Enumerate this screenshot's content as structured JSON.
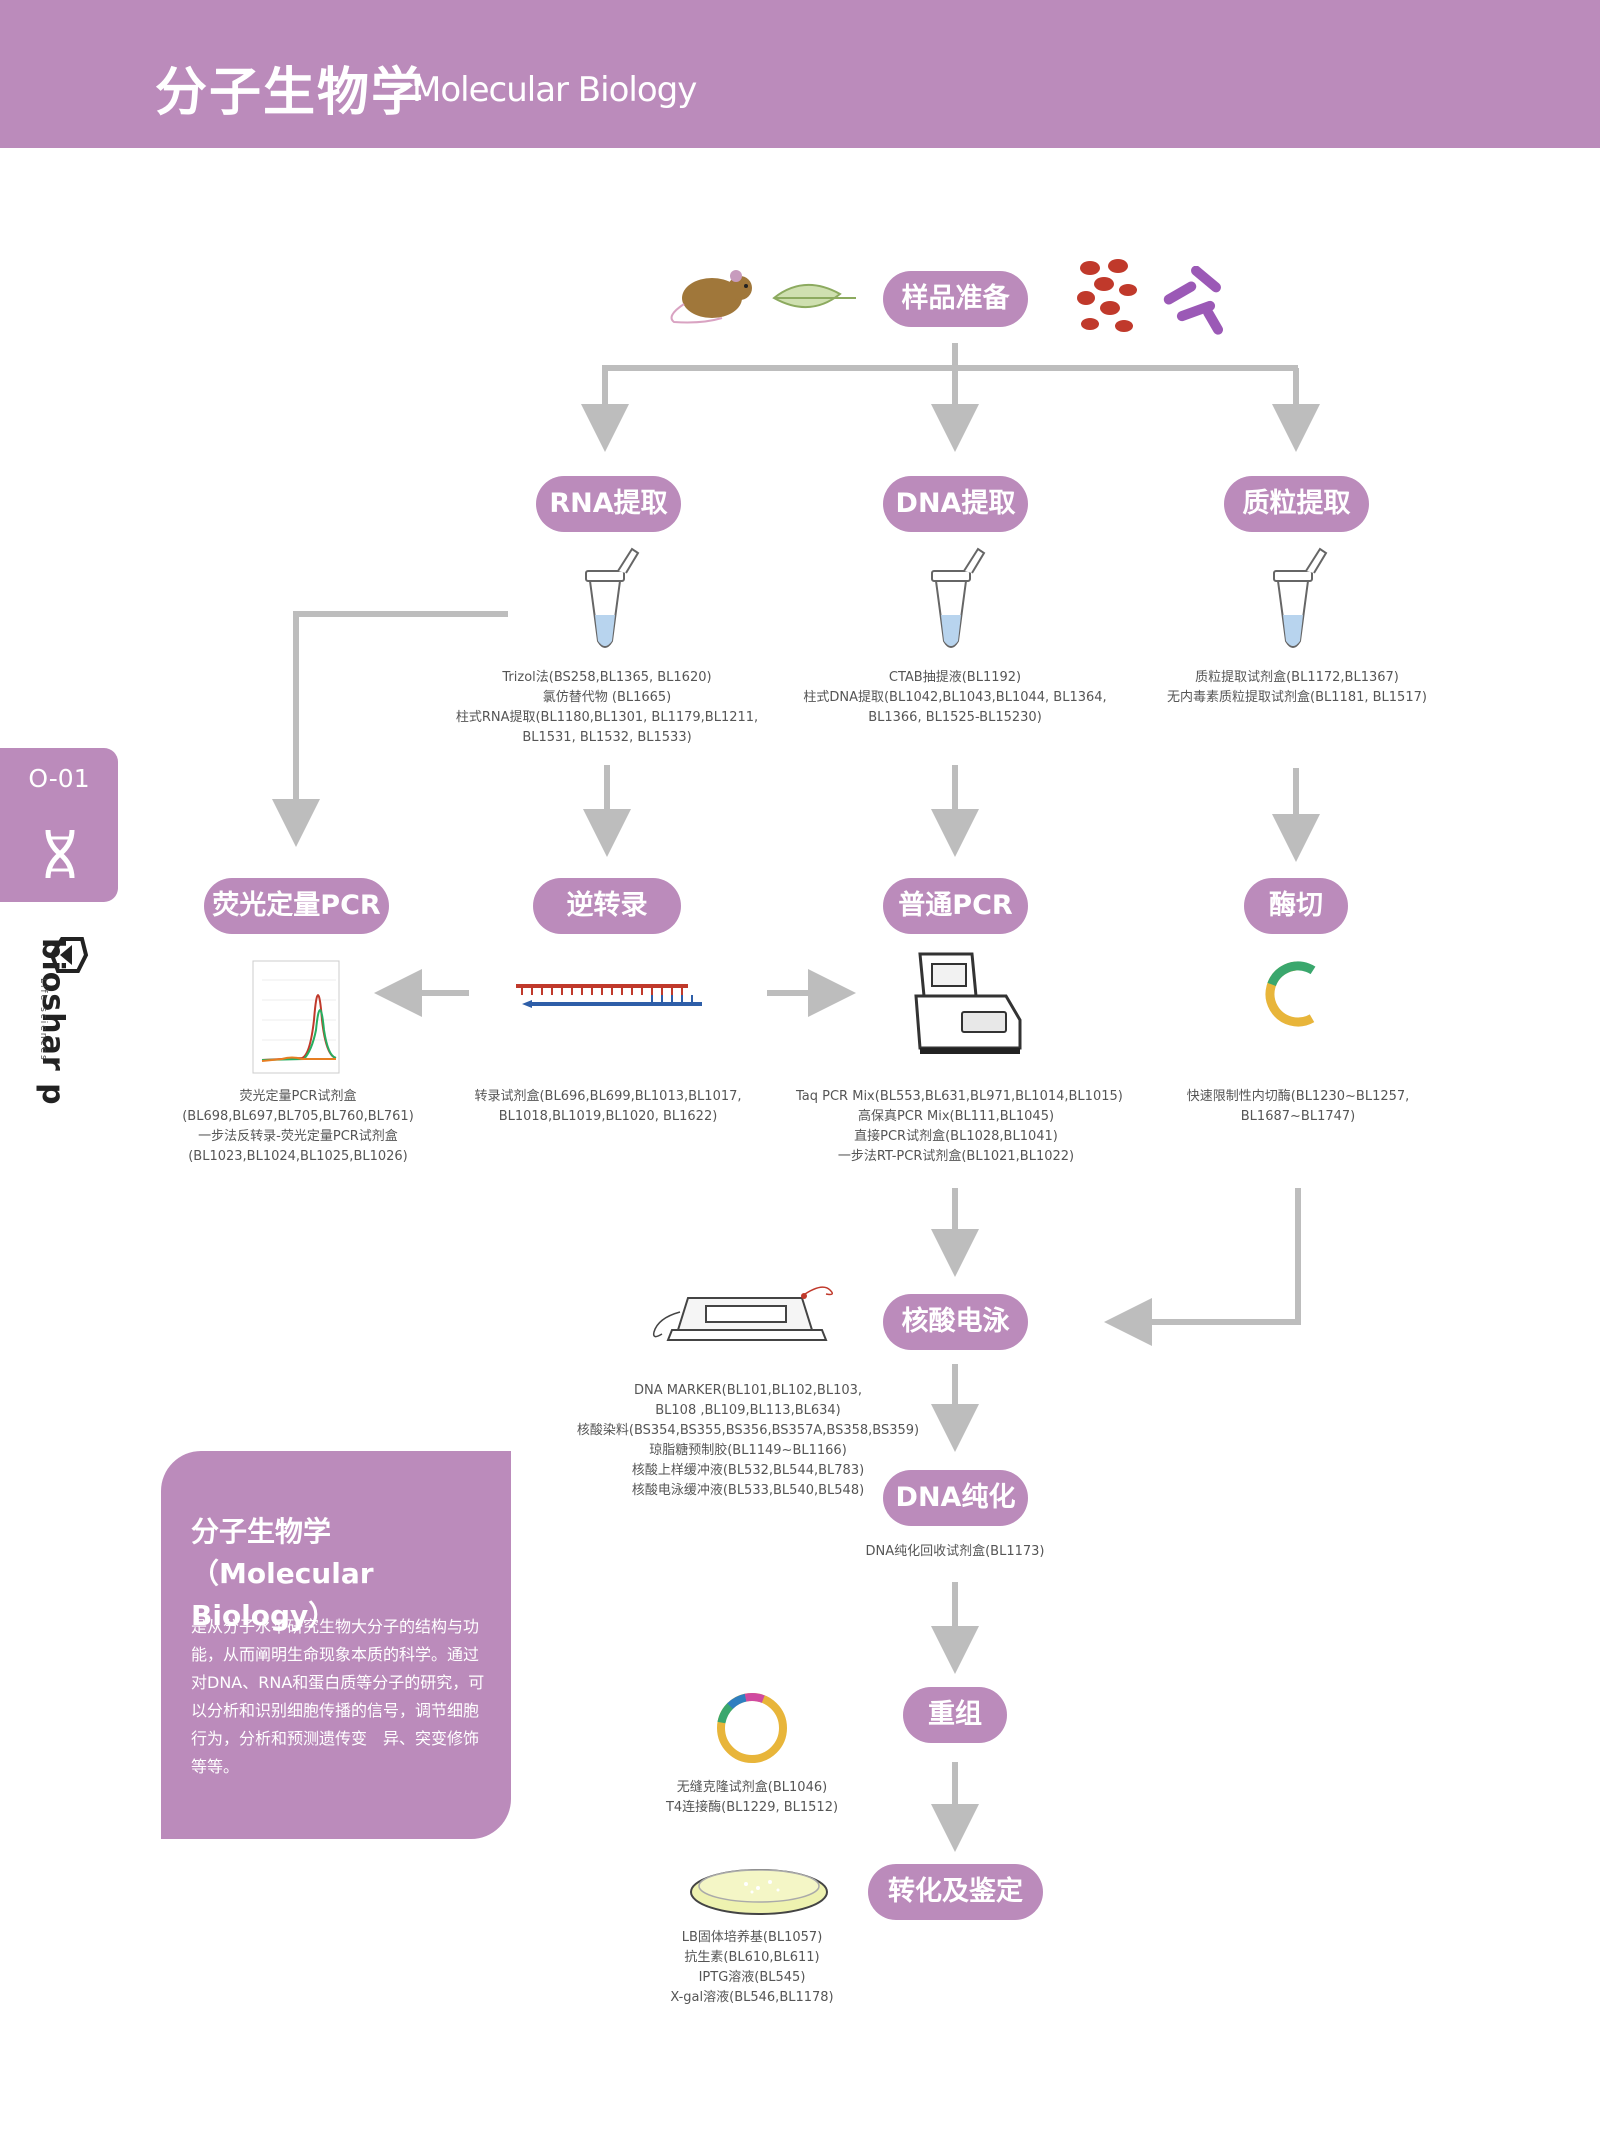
{
  "header": {
    "title_cn": "分子生物学",
    "title_en": "Molecular Biology"
  },
  "side": {
    "code": "O-01",
    "brand": "bioshar p",
    "brand_tagline": "Life sciences"
  },
  "nodes": {
    "sample": "样品准备",
    "rna": "RNA提取",
    "dna": "DNA提取",
    "plasmid": "质粒提取",
    "qpcr": "荧光定量PCR",
    "rt": "逆转录",
    "pcr": "普通PCR",
    "digest": "酶切",
    "electro": "核酸电泳",
    "purify": "DNA纯化",
    "recomb": "重组",
    "transform": "转化及鉴定"
  },
  "descriptions": {
    "rna": [
      "Trizol法(BS258,BL1365, BL1620)",
      "氯仿替代物 (BL1665)",
      "柱式RNA提取(BL1180,BL1301, BL1179,BL1211,",
      "BL1531, BL1532, BL1533)"
    ],
    "dna": [
      "CTAB抽提液(BL1192)",
      "柱式DNA提取(BL1042,BL1043,BL1044, BL1364,",
      "BL1366, BL1525-BL15230)"
    ],
    "plasmid": [
      "质粒提取试剂盒(BL1172,BL1367)",
      "无内毒素质粒提取试剂盒(BL1181, BL1517)"
    ],
    "qpcr": [
      "荧光定量PCR试剂盒",
      "(BL698,BL697,BL705,BL760,BL761)",
      "一步法反转录-荧光定量PCR试剂盒",
      "(BL1023,BL1024,BL1025,BL1026)"
    ],
    "rt": [
      "转录试剂盒(BL696,BL699,BL1013,BL1017,",
      "BL1018,BL1019,BL1020, BL1622)"
    ],
    "pcr": [
      "Taq PCR Mix(BL553,BL631,BL971,BL1014,BL1015)",
      "高保真PCR Mix(BL111,BL1045)",
      "直接PCR试剂盒(BL1028,BL1041)",
      "一步法RT-PCR试剂盒(BL1021,BL1022)"
    ],
    "digest": [
      "快速限制性内切酶(BL1230~BL1257,",
      "BL1687~BL1747)"
    ],
    "electro": [
      "DNA MARKER(BL101,BL102,BL103,",
      "BL108 ,BL109,BL113,BL634)",
      "核酸染料(BS354,BS355,BS356,BS357A,BS358,BS359)",
      "琼脂糖预制胶(BL1149~BL1166)",
      "核酸上样缓冲液(BL532,BL544,BL783)",
      "核酸电泳缓冲液(BL533,BL540,BL548)"
    ],
    "purify": [
      "DNA纯化回收试剂盒(BL1173)"
    ],
    "recomb": [
      "无缝克隆试剂盒(BL1046)",
      "T4连接酶(BL1229, BL1512)"
    ],
    "transform": [
      "LB固体培养基(BL1057)",
      "抗生素(BL610,BL611)",
      "IPTG溶液(BL545)",
      "X-gal溶液(BL546,BL1178)"
    ]
  },
  "info": {
    "title_line1": "分子生物学",
    "title_line2": "（Molecular Biology）",
    "body": "是从分子水平研究生物大分子的结构与功能，从而阐明生命现象本质的科学。通过对DNA、RNA和蛋白质等分子的研究，可以分析和识别细胞传播的信号，调节细胞行为，分析和预测遗传变　异、突变修饰等等。"
  },
  "colors": {
    "accent": "#bb8bbb",
    "arrow": "#bdbdbd"
  }
}
